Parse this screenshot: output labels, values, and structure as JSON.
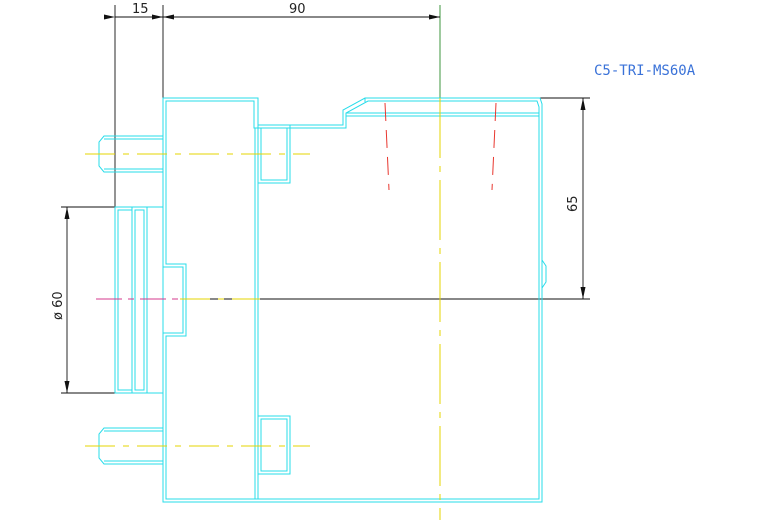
{
  "part_label": "C5-TRI-MS60A",
  "dimensions": {
    "width_small": "15",
    "width_large": "90",
    "height": "65",
    "diameter": "ø 60"
  },
  "colors": {
    "outline": "#27dcea",
    "dimension": "#111111",
    "centerline": "#e6d400",
    "hidden": "#e8372f",
    "accent": "#d63a8c",
    "label": "#3a72d8",
    "vertical_green": "#2a8a2a"
  }
}
